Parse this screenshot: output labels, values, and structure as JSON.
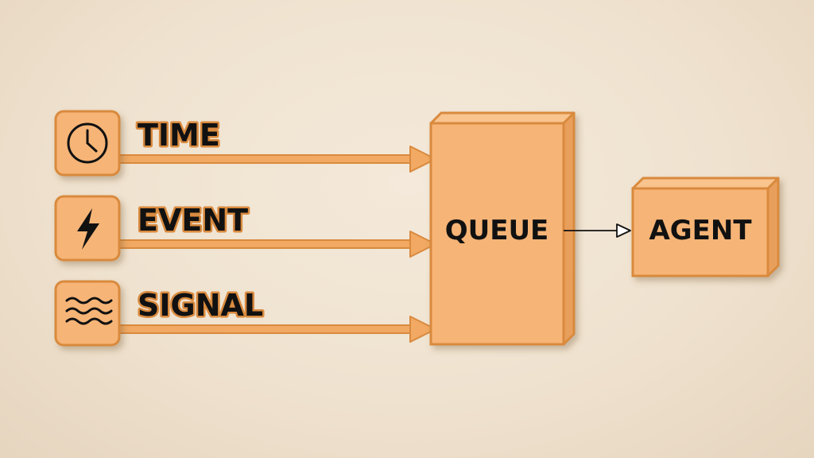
{
  "inputs": [
    {
      "label": "TIME",
      "icon": "clock-icon"
    },
    {
      "label": "EVENT",
      "icon": "lightning-bolt-icon"
    },
    {
      "label": "SIGNAL",
      "icon": "waves-icon"
    }
  ],
  "queue": {
    "label": "QUEUE"
  },
  "agent": {
    "label": "AGENT"
  },
  "colors": {
    "box_fill": "#f6b476",
    "box_border": "#dc8a3f",
    "arrow": "#f1a963",
    "text": "#111111",
    "background": "#f0e4d2"
  }
}
